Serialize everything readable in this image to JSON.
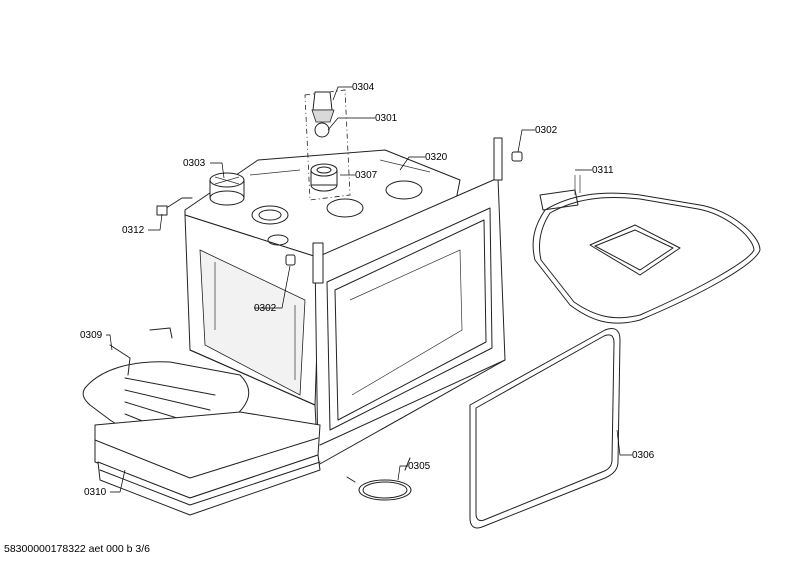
{
  "footer": "58300000178322 aet 000 b 3/6",
  "callouts": [
    {
      "id": "0304",
      "text": "0304"
    },
    {
      "id": "0301",
      "text": "0301"
    },
    {
      "id": "0302a",
      "text": "0302"
    },
    {
      "id": "0303",
      "text": "0303"
    },
    {
      "id": "0320",
      "text": "0320"
    },
    {
      "id": "0307",
      "text": "0307"
    },
    {
      "id": "0311",
      "text": "0311"
    },
    {
      "id": "0312",
      "text": "0312"
    },
    {
      "id": "0302b",
      "text": "0302"
    },
    {
      "id": "0309",
      "text": "0309"
    },
    {
      "id": "0306",
      "text": "0306"
    },
    {
      "id": "0305",
      "text": "0305"
    },
    {
      "id": "0310",
      "text": "0310"
    }
  ]
}
